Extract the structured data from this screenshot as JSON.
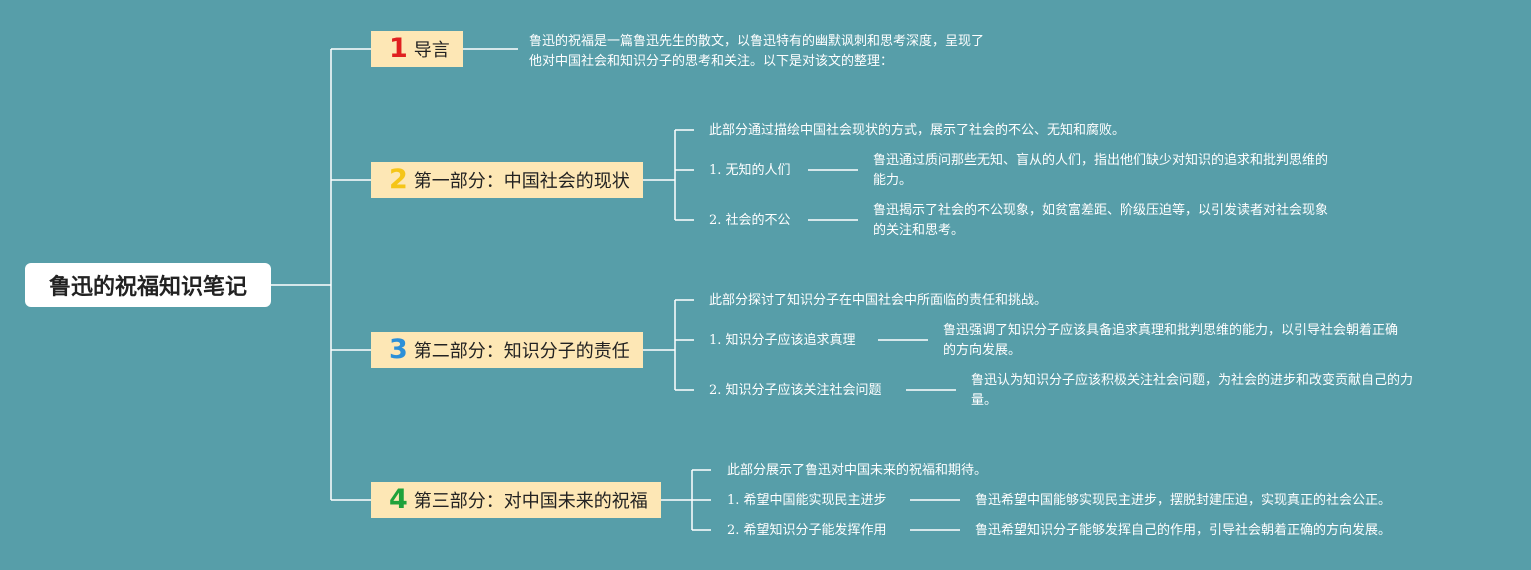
{
  "root": {
    "title": "鲁迅的祝福知识笔记"
  },
  "colors": {
    "background": "#579ea9",
    "node": "#fde7b5",
    "num1": "#e02020",
    "num2": "#f5c518",
    "num3": "#2b8fd8",
    "num4": "#1fa23a"
  },
  "branches": [
    {
      "num": "1",
      "label": "导言",
      "desc": [
        "鲁迅的祝福是一篇鲁迅先生的散文，以鲁迅特有的幽默讽刺和思考深度，呈现了",
        "他对中国社会和知识分子的思考和关注。以下是对该文的整理："
      ]
    },
    {
      "num": "2",
      "label": "第一部分：中国社会的现状",
      "intro": "此部分通过描绘中国社会现状的方式，展示了社会的不公、无知和腐败。",
      "items": [
        {
          "label": "1. 无知的人们",
          "desc": [
            "鲁迅通过质问那些无知、盲从的人们，指出他们缺少对知识的追求和批判思维的",
            "能力。"
          ]
        },
        {
          "label": "2. 社会的不公",
          "desc": [
            "鲁迅揭示了社会的不公现象，如贫富差距、阶级压迫等，以引发读者对社会现象",
            "的关注和思考。"
          ]
        }
      ]
    },
    {
      "num": "3",
      "label": "第二部分：知识分子的责任",
      "intro": "此部分探讨了知识分子在中国社会中所面临的责任和挑战。",
      "items": [
        {
          "label": "1. 知识分子应该追求真理",
          "desc": [
            "鲁迅强调了知识分子应该具备追求真理和批判思维的能力，以引导社会朝着正确",
            "的方向发展。"
          ]
        },
        {
          "label": "2. 知识分子应该关注社会问题",
          "desc": [
            "鲁迅认为知识分子应该积极关注社会问题，为社会的进步和改变贡献自己的力",
            "量。"
          ]
        }
      ]
    },
    {
      "num": "4",
      "label": "第三部分：对中国未来的祝福",
      "intro": "此部分展示了鲁迅对中国未来的祝福和期待。",
      "items": [
        {
          "label": "1. 希望中国能实现民主进步",
          "desc": [
            "鲁迅希望中国能够实现民主进步，摆脱封建压迫，实现真正的社会公正。"
          ]
        },
        {
          "label": "2. 希望知识分子能发挥作用",
          "desc": [
            "鲁迅希望知识分子能够发挥自己的作用，引导社会朝着正确的方向发展。"
          ]
        }
      ]
    }
  ]
}
